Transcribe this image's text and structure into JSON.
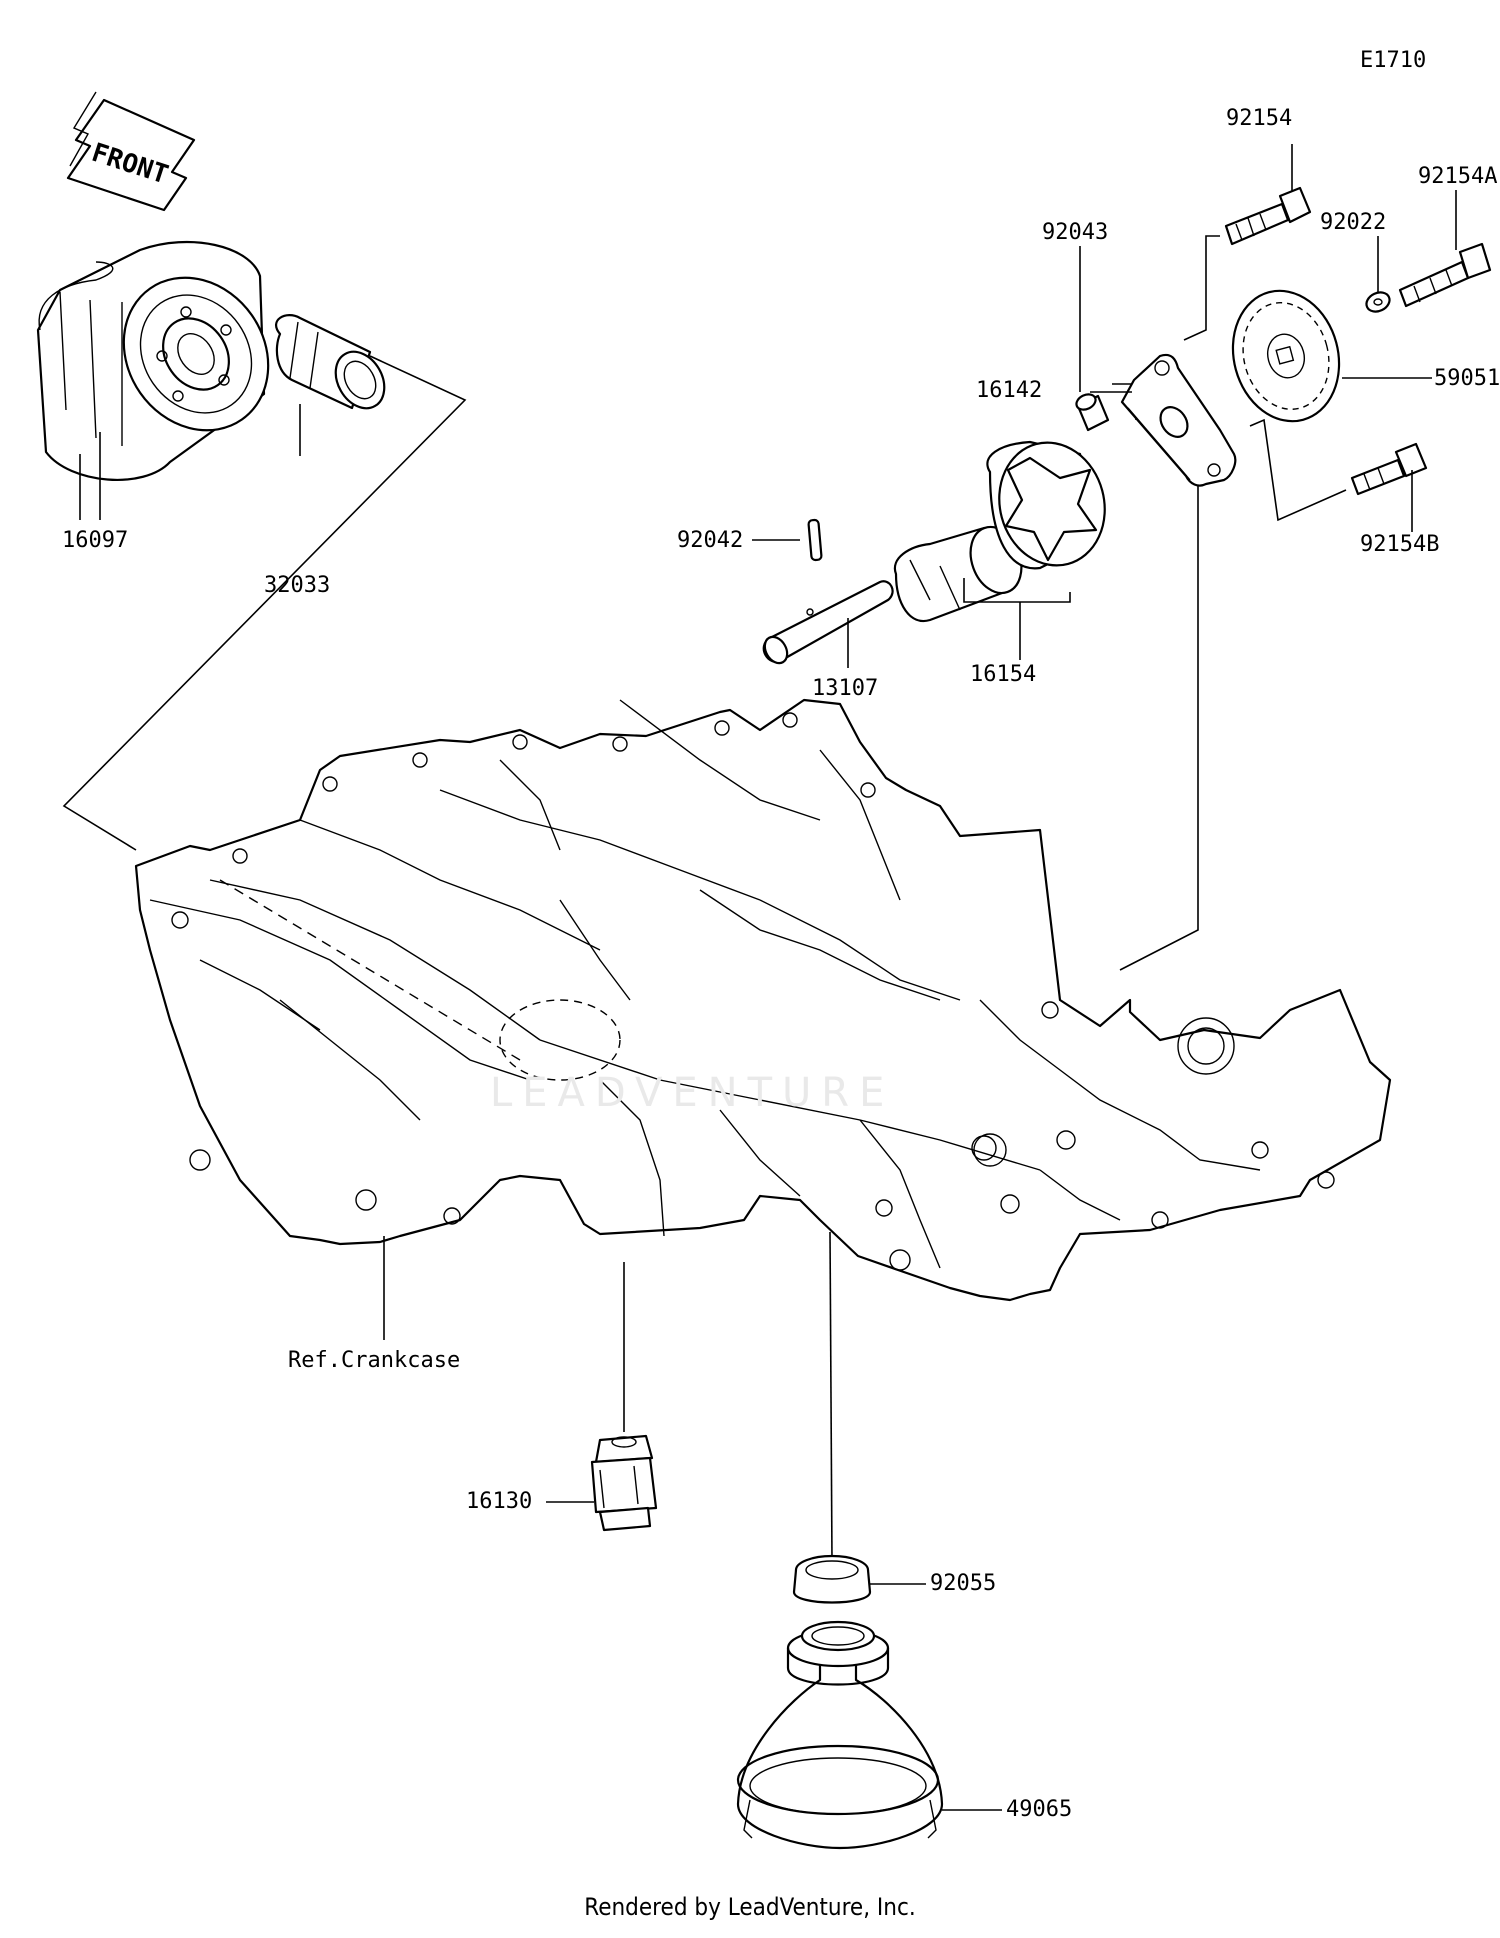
{
  "diagram_code": "E1710",
  "front_arrow_text": "FRONT",
  "footer": "Rendered by LeadVenture, Inc.",
  "watermark": "LEADVENTURE",
  "parts": {
    "oil_filter": "16097",
    "filter_spacer": "32033",
    "pin": "92042",
    "shaft": "13107",
    "rotor_set": "16154",
    "dowel": "92043",
    "pump_cover": "16142",
    "bolt_top": "92154",
    "washer": "92022",
    "bolt_a": "92154A",
    "gear": "59051",
    "bolt_b": "92154B",
    "crankcase_ref": "Ref.Crankcase",
    "oil_pressure_switch": "16130",
    "strainer_seal": "92055",
    "oil_strainer": "49065"
  }
}
